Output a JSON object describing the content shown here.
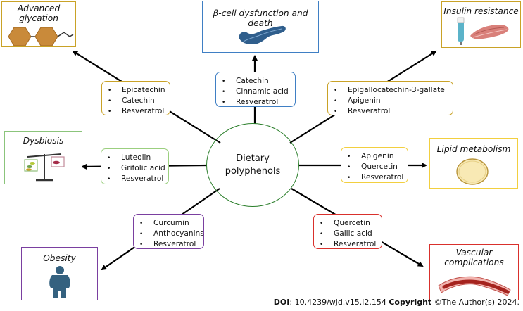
{
  "center": {
    "line1": "Dietary",
    "line2": "polyphenols"
  },
  "compound_boxes": {
    "glycation": [
      "Epicatechin",
      "Catechin",
      "Resveratrol"
    ],
    "beta_cell": [
      "Catechin",
      "Cinnamic acid",
      "Resveratrol"
    ],
    "insulin": [
      "Epigallocatechin-3-gallate",
      "Apigenin",
      "Resveratrol"
    ],
    "dysbiosis": [
      "Luteolin",
      "Grifolic acid",
      "Resveratrol"
    ],
    "lipid": [
      "Apigenin",
      "Quercetin",
      "Resveratrol"
    ],
    "obesity": [
      "Curcumin",
      "Anthocyanins",
      "Resveratrol"
    ],
    "vascular": [
      "Quercetin",
      "Gallic acid",
      "Resveratrol"
    ]
  },
  "outcomes": {
    "glycation": {
      "line1": "Advanced",
      "line2": "glycation"
    },
    "beta_cell": "β-cell dysfunction and death",
    "insulin": "Insulin resistance",
    "dysbiosis": "Dysbiosis",
    "lipid": "Lipid metabolism",
    "obesity": "Obesity",
    "vascular": {
      "line1": "Vascular",
      "line2": "complications"
    }
  },
  "colors": {
    "glycation": "#c9a227",
    "beta_cell": "#3f7fc4",
    "insulin": "#c9a227",
    "dysbiosis": "#9bcf7f",
    "lipid": "#f2cf3f",
    "obesity": "#7a3fa0",
    "vascular": "#d9302c",
    "center": "#2a7e2a"
  },
  "icons": {
    "glycation": "hexagon-molecule-icon",
    "beta_cell": "pancreas-icon",
    "insulin": "insulin-pen-muscle-icon",
    "dysbiosis": "balance-scale-icon",
    "lipid": "lipid-droplet-icon",
    "obesity": "person-silhouette-icon",
    "vascular": "blood-vessel-icon"
  },
  "credit": {
    "doi_label": "DOI",
    "doi_value": ": 10.4239/wjd.v15.i2.154 ",
    "copyright_label": "Copyright",
    "copyright_value": " ©The Author(s) 2024."
  }
}
